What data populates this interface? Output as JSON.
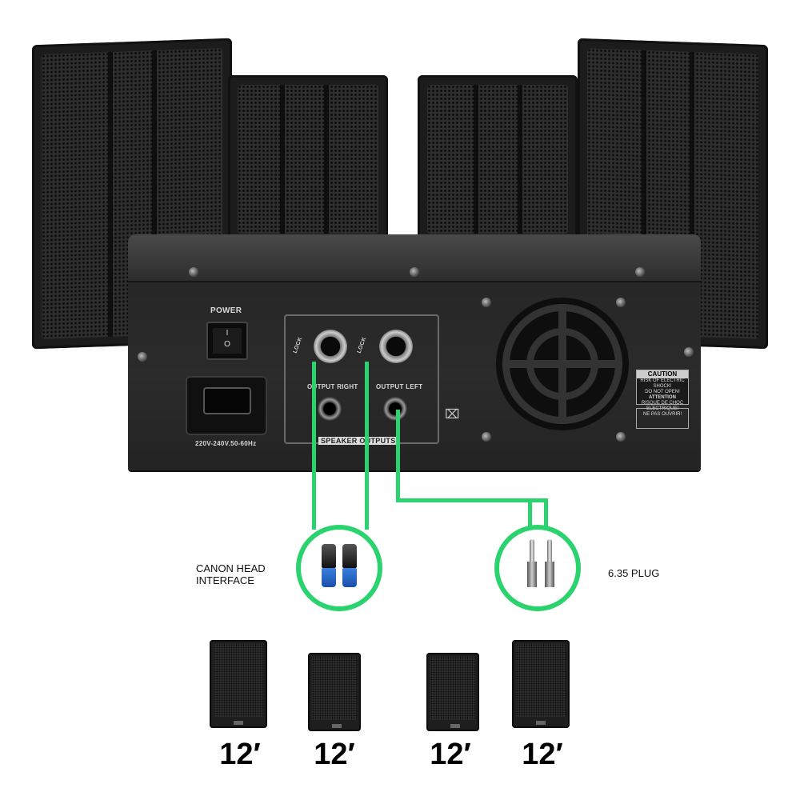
{
  "amplifier": {
    "power_label": "POWER",
    "switch_symbols": [
      "I",
      "O"
    ],
    "voltage_label": "220V-240V.50-60Hz",
    "output_right_label": "OUTPUT RIGHT",
    "output_left_label": "OUTPUT LEFT",
    "lock_label": "LOCK",
    "panel_label": "SPEAKER OUTPUTS",
    "caution": {
      "title": "CAUTION",
      "line1": "RISK OF ELECTRIC SHOCK!",
      "line2": "DO NOT OPEN!",
      "attention": "ATTENTION",
      "line3": "RISQUE DE CHOC ELECTRIQUE!",
      "line4": "NE PAS OUVRIR!"
    }
  },
  "connectors": {
    "speakon_label": "CANON HEAD\nINTERFACE",
    "jack_label": "6.35 PLUG",
    "cable_color": "#2bd36e"
  },
  "speakers": [
    {
      "size": "12′"
    },
    {
      "size": "12′"
    },
    {
      "size": "12′"
    },
    {
      "size": "12′"
    }
  ]
}
